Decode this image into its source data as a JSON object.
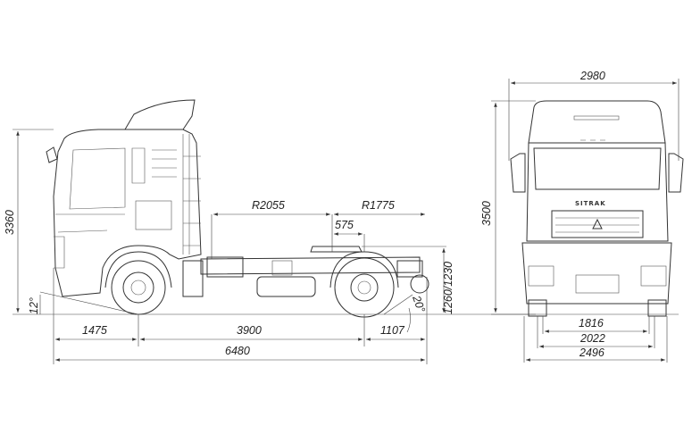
{
  "side_view": {
    "dimensions": {
      "overall_height": "3360",
      "approach_angle": "12°",
      "front_overhang": "1475",
      "wheelbase": "3900",
      "rear_overhang": "1107",
      "overall_length": "6480",
      "front_turning_radius": "R2055",
      "rear_turning_radius": "R1775",
      "fifth_wheel_offset": "575",
      "fifth_wheel_height": "1260/1230",
      "departure_angle": "20°"
    }
  },
  "front_view": {
    "brand": "SITRAK",
    "dimensions": {
      "mirror_width": "2980",
      "overall_height": "3500",
      "front_track": "1816",
      "rear_track": "2022",
      "overall_width": "2496"
    }
  }
}
